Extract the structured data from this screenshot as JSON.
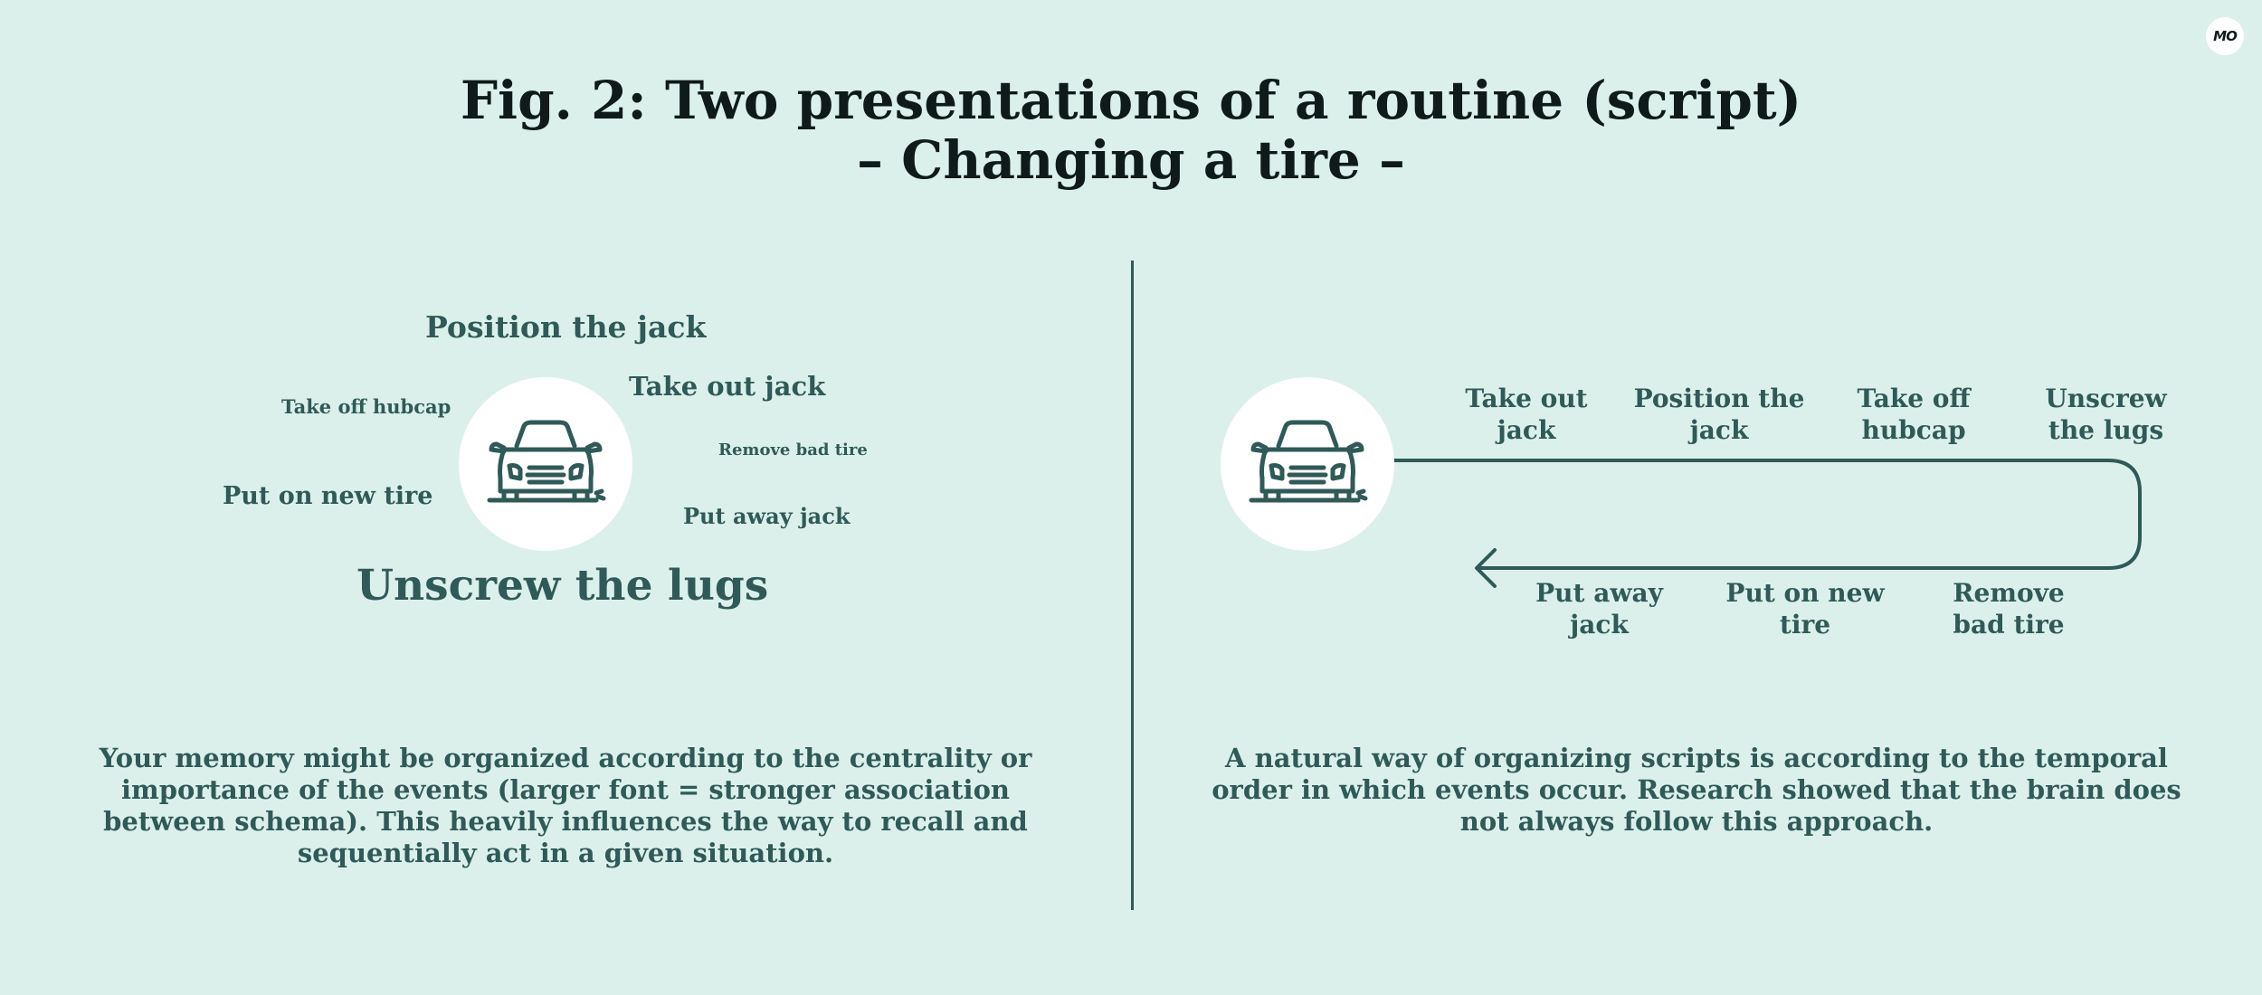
{
  "header": {
    "title_line1": "Fig. 2: Two presentations of a routine (script)",
    "title_line2": "– Changing a tire –"
  },
  "logo": {
    "text": "MO"
  },
  "left_panel": {
    "icon": "car-front-icon",
    "words": [
      {
        "id": "position-jack",
        "text": "Position the jack"
      },
      {
        "id": "take-out-jack",
        "text": "Take out jack"
      },
      {
        "id": "take-off-hubcap",
        "text": "Take off hubcap"
      },
      {
        "id": "remove-bad-tire",
        "text": "Remove bad tire"
      },
      {
        "id": "put-on-new-tire",
        "text": "Put on new tire"
      },
      {
        "id": "put-away-jack",
        "text": "Put away jack"
      },
      {
        "id": "unscrew-lugs",
        "text": "Unscrew the lugs"
      }
    ],
    "caption": "Your memory might be organized according to the centrality or importance of the events (larger font = stronger association between schema). This heavily influences the way to recall and sequentially act in a given situation."
  },
  "right_panel": {
    "icon": "car-front-icon",
    "top_steps": [
      "Take out jack",
      "Position the jack",
      "Take off hubcap",
      "Unscrew the lugs"
    ],
    "bottom_steps": [
      "Put away jack",
      "Put on new tire",
      "Remove bad tire"
    ],
    "caption": "A natural way of organizing scripts is according to the temporal order in which events occur. Research showed that the brain does not always follow this approach."
  },
  "colors": {
    "background": "#dcf0eb",
    "accent": "#2f5a57",
    "title": "#0f1a1a"
  }
}
